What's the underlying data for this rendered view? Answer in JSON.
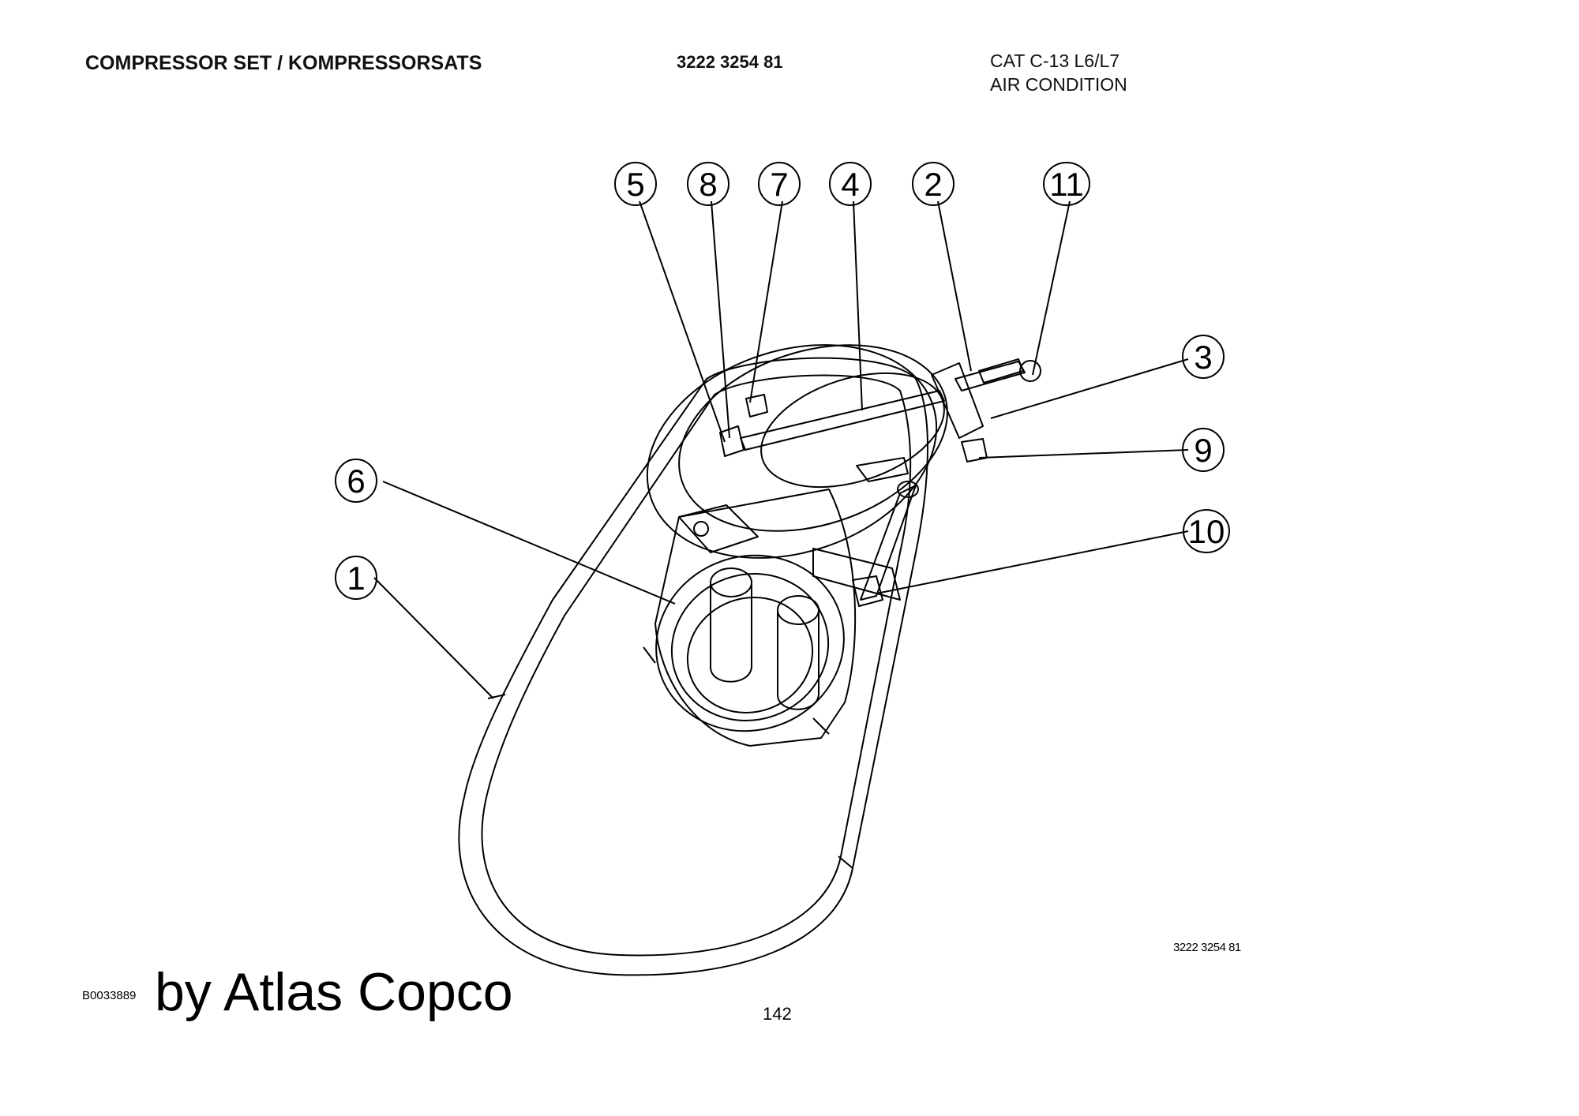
{
  "header": {
    "title": "COMPRESSOR SET / KOMPRESSORSATS",
    "part_number": "3222 3254 81",
    "model": "CAT C-13 L6/L7",
    "subsystem": "AIR CONDITION"
  },
  "diagram": {
    "callouts": [
      "5",
      "8",
      "7",
      "4",
      "2",
      "11",
      "3",
      "9",
      "10",
      "6",
      "1"
    ],
    "drawing_number": "3222 3254 81"
  },
  "footer": {
    "drawing_ref": "B0033889",
    "brand": "by Atlas Copco",
    "page_number": "142"
  }
}
